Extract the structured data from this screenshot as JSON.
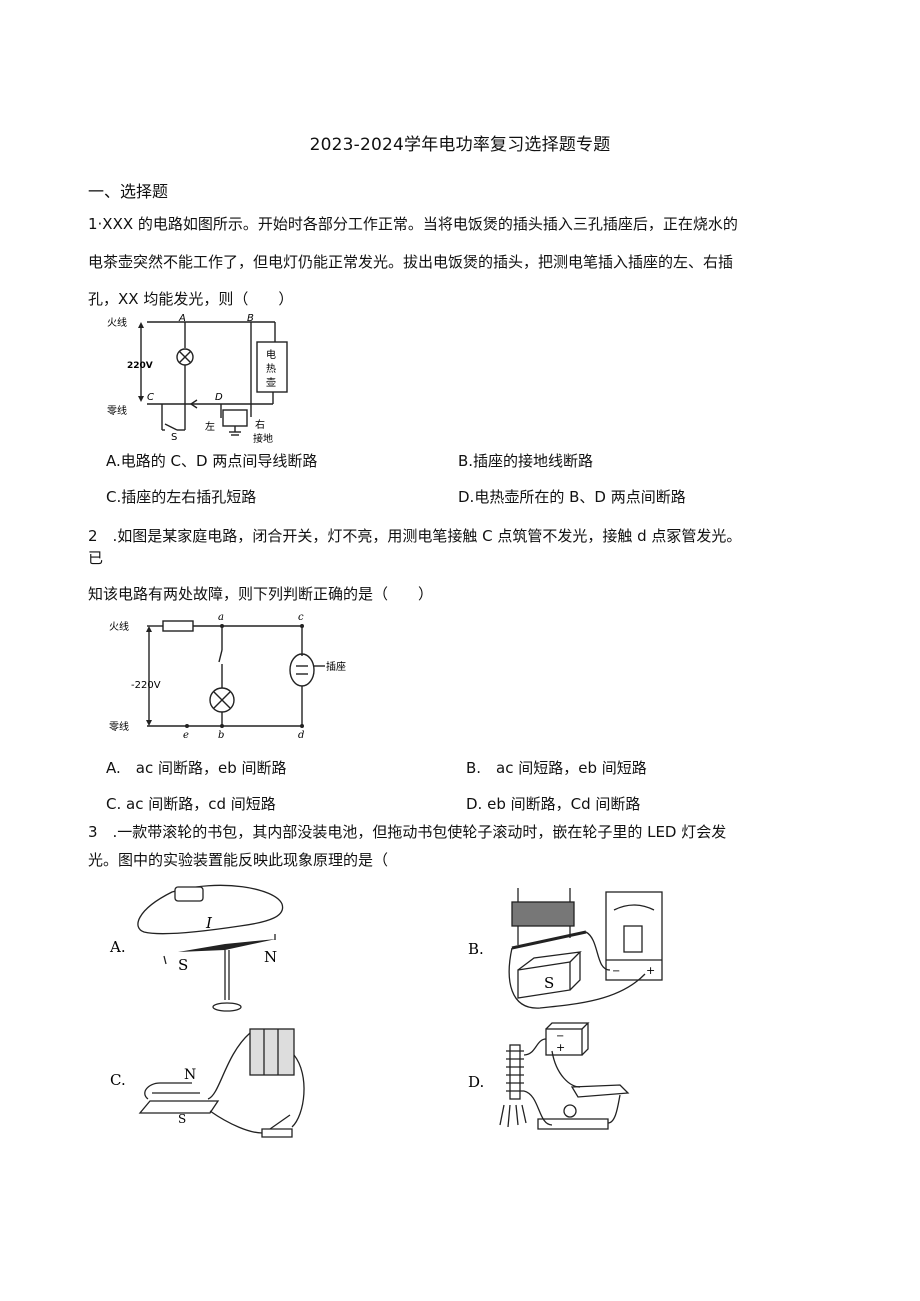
{
  "document": {
    "title": "2023-2024学年电功率复习选择题专题",
    "section_heading": "一、选择题"
  },
  "questions": [
    {
      "number": "1",
      "lines": [
        "1·XXX 的电路如图所示。开始时各部分工作正常。当将电饭煲的插头插入三孔插座后，正在烧水的",
        "电茶壶突然不能工作了，但电灯仍能正常发光。拔出电饭煲的插头，把测电笔插入插座的左、右插",
        "孔，XX 均能发光，则（　　）"
      ],
      "figure": {
        "labels": {
          "live": "火线",
          "neutral": "零线",
          "voltage": "220V",
          "A": "A",
          "B": "B",
          "C": "C",
          "D": "D",
          "S": "S",
          "kettle": "电\n热\n壶",
          "kettle_1": "电",
          "kettle_2": "热",
          "kettle_3": "壶",
          "left": "左",
          "right": "右",
          "ground": "接地"
        }
      },
      "options": [
        {
          "label": "A.电路的 C、D 两点间导线断路"
        },
        {
          "label": "B.插座的接地线断路"
        },
        {
          "label": "C.插座的左右插孔短路"
        },
        {
          "label": "D.电热壶所在的 B、D 两点间断路"
        }
      ]
    },
    {
      "number": "2",
      "lines": [
        "2　.如图是某家庭电路，闭合开关，灯不亮，用测电笔接触 C 点筑管不发光，接触 d 点冢管发光。",
        "已",
        "知该电路有两处故障，则下列判断正确的是（　　）"
      ],
      "figure": {
        "labels": {
          "live": "火线",
          "neutral": "零线",
          "voltage": "-220V",
          "a": "a",
          "b": "b",
          "c": "c",
          "d": "d",
          "e": "e",
          "socket": "插座"
        }
      },
      "options": [
        {
          "label": "A.　ac 间断路，eb 间断路"
        },
        {
          "label": "B.　ac 间短路，eb 间短路"
        },
        {
          "label": "C. ac 间断路，cd 间短路"
        },
        {
          "label": "D. eb 间断路，Cd 间断路"
        }
      ]
    },
    {
      "number": "3",
      "lines": [
        "3　.一款带滚轮的书包，其内部没装电池，但拖动书包使轮子滚动时，嵌在轮子里的 LED 灯会发",
        "光。图中的实验装置能反映此现象原理的是（"
      ],
      "figures": [
        {
          "option": "A.",
          "labels": {
            "current": "I",
            "south": "S",
            "north": "N"
          }
        },
        {
          "option": "B.",
          "labels": {
            "south": "S",
            "minus": "−",
            "plus": "+"
          }
        },
        {
          "option": "C.",
          "labels": {
            "north": "N",
            "south": "S"
          }
        },
        {
          "option": "D.",
          "labels": {
            "minus": "−",
            "plus": "+"
          }
        }
      ]
    }
  ]
}
